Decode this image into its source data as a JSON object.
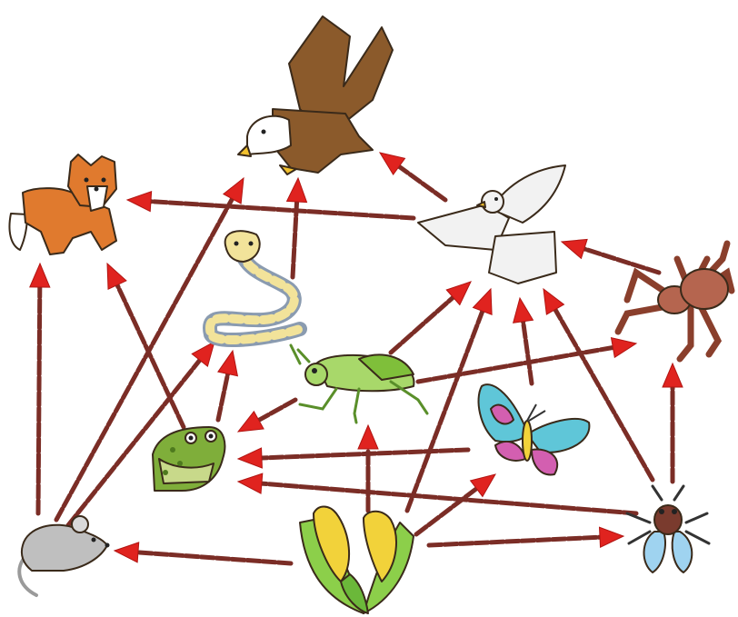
{
  "organisms": [
    {
      "id": "eagle",
      "icon": "eagle-icon",
      "color": "#8b5a2b"
    },
    {
      "id": "fox",
      "icon": "fox-icon",
      "color": "#e07a2e"
    },
    {
      "id": "dove",
      "icon": "dove-icon",
      "color": "#f2f2f2"
    },
    {
      "id": "snake",
      "icon": "snake-icon",
      "color": "#f2e39a"
    },
    {
      "id": "spider",
      "icon": "spider-icon",
      "color": "#b5654f"
    },
    {
      "id": "grasshopper",
      "icon": "grasshopper-icon",
      "color": "#a8d86a"
    },
    {
      "id": "butterfly",
      "icon": "butterfly-icon",
      "color": "#5fc6d8"
    },
    {
      "id": "frog",
      "icon": "frog-icon",
      "color": "#7fae3a"
    },
    {
      "id": "mouse",
      "icon": "mouse-icon",
      "color": "#bfbfbf"
    },
    {
      "id": "corn",
      "icon": "corn-icon",
      "color": "#f2d23a"
    },
    {
      "id": "fly",
      "icon": "fly-icon",
      "color": "#9fd3f0"
    }
  ],
  "links": [
    {
      "from": "dove",
      "to": "eagle"
    },
    {
      "from": "dove",
      "to": "fox"
    },
    {
      "from": "snake",
      "to": "eagle"
    },
    {
      "from": "mouse",
      "to": "eagle"
    },
    {
      "from": "mouse",
      "to": "fox"
    },
    {
      "from": "mouse",
      "to": "snake"
    },
    {
      "from": "frog",
      "to": "fox"
    },
    {
      "from": "frog",
      "to": "snake"
    },
    {
      "from": "spider",
      "to": "dove"
    },
    {
      "from": "grasshopper",
      "to": "dove"
    },
    {
      "from": "grasshopper",
      "to": "frog"
    },
    {
      "from": "grasshopper",
      "to": "spider"
    },
    {
      "from": "butterfly",
      "to": "dove"
    },
    {
      "from": "butterfly",
      "to": "frog"
    },
    {
      "from": "corn",
      "to": "mouse"
    },
    {
      "from": "corn",
      "to": "grasshopper"
    },
    {
      "from": "corn",
      "to": "butterfly"
    },
    {
      "from": "corn",
      "to": "fly"
    },
    {
      "from": "corn",
      "to": "dove"
    },
    {
      "from": "fly",
      "to": "frog"
    },
    {
      "from": "fly",
      "to": "spider"
    },
    {
      "from": "fly",
      "to": "dove"
    }
  ],
  "colors": {
    "arrow_shaft": "#7b2d26",
    "arrow_head": "#e0231f"
  }
}
